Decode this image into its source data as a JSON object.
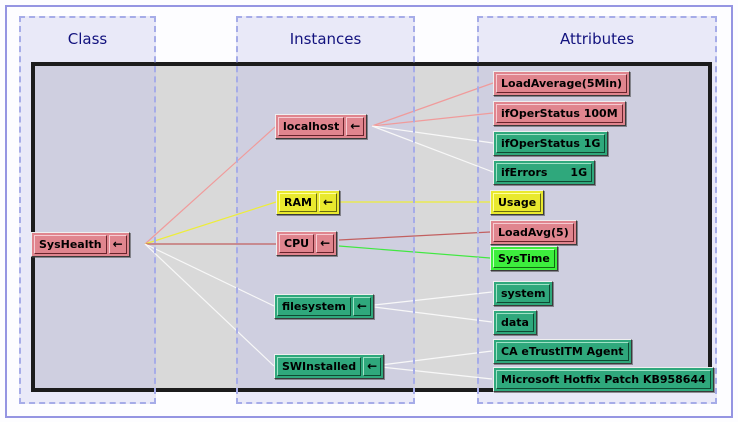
{
  "header": {
    "columns": [
      {
        "id": "class",
        "label": "Class"
      },
      {
        "id": "instances",
        "label": "Instances"
      },
      {
        "id": "attributes",
        "label": "Attributes"
      }
    ]
  },
  "tree": {
    "class_nodes": [
      {
        "label": "SysHealth",
        "status_color": "pink",
        "has_arrow": true
      }
    ],
    "instance_nodes": [
      {
        "label": "localhost",
        "status_color": "pink",
        "has_arrow": true
      },
      {
        "label": "RAM",
        "status_color": "yellow",
        "has_arrow": true
      },
      {
        "label": "CPU",
        "status_color": "pink",
        "has_arrow": true
      },
      {
        "label": "filesystem",
        "status_color": "green",
        "has_arrow": true
      },
      {
        "label": "SWInstalled",
        "status_color": "green",
        "has_arrow": true
      }
    ],
    "attribute_nodes": [
      {
        "label": "LoadAverage(5Min)",
        "status_color": "pink"
      },
      {
        "label": "ifOperStatus 100M",
        "status_color": "pink"
      },
      {
        "label": "ifOperStatus 1G",
        "status_color": "green"
      },
      {
        "label": "ifErrors      1G",
        "status_color": "green"
      },
      {
        "label": "Usage",
        "status_color": "yellow"
      },
      {
        "label": "LoadAvg(5)",
        "status_color": "pink"
      },
      {
        "label": "SysTime",
        "status_color": "bright-green"
      },
      {
        "label": "system",
        "status_color": "green"
      },
      {
        "label": "data",
        "status_color": "green"
      },
      {
        "label": "CA eTrustITM Agent",
        "status_color": "green"
      },
      {
        "label": "Microsoft Hotfix Patch KB958644",
        "status_color": "green"
      }
    ],
    "edges": [
      {
        "from": "SysHealth",
        "to": "localhost",
        "color": "salmon"
      },
      {
        "from": "SysHealth",
        "to": "RAM",
        "color": "yellow"
      },
      {
        "from": "SysHealth",
        "to": "CPU",
        "color": "red"
      },
      {
        "from": "SysHealth",
        "to": "filesystem",
        "color": "white"
      },
      {
        "from": "SysHealth",
        "to": "SWInstalled",
        "color": "white"
      },
      {
        "from": "localhost",
        "to": "LoadAverage(5Min)",
        "color": "salmon"
      },
      {
        "from": "localhost",
        "to": "ifOperStatus 100M",
        "color": "salmon"
      },
      {
        "from": "localhost",
        "to": "ifOperStatus 1G",
        "color": "white"
      },
      {
        "from": "localhost",
        "to": "ifErrors      1G",
        "color": "white"
      },
      {
        "from": "RAM",
        "to": "Usage",
        "color": "yellow"
      },
      {
        "from": "CPU",
        "to": "LoadAvg(5)",
        "color": "red"
      },
      {
        "from": "CPU",
        "to": "SysTime",
        "color": "green"
      },
      {
        "from": "filesystem",
        "to": "system",
        "color": "white"
      },
      {
        "from": "filesystem",
        "to": "data",
        "color": "white"
      },
      {
        "from": "SWInstalled",
        "to": "CA eTrustITM Agent",
        "color": "white"
      },
      {
        "from": "SWInstalled",
        "to": "Microsoft Hotfix Patch KB958644",
        "color": "white"
      }
    ]
  },
  "ui": {
    "collapse_arrow": "←"
  },
  "palette": {
    "node_pink": "#e0858e",
    "node_yellow": "#e9e92e",
    "node_green": "#2fa87c",
    "node_bright_green": "#3dee3d",
    "edge_salmon": "#f09b9b",
    "edge_red": "#c26060",
    "edge_yellow": "#eded3a",
    "edge_green": "#41e841",
    "edge_white": "#f8f8f8",
    "header_text": "#12127e",
    "column_border": "#a6ace8",
    "canvas_background": "#d9d9d9",
    "column_tint": "#cfcfe0",
    "outer_border": "#9595e2"
  }
}
